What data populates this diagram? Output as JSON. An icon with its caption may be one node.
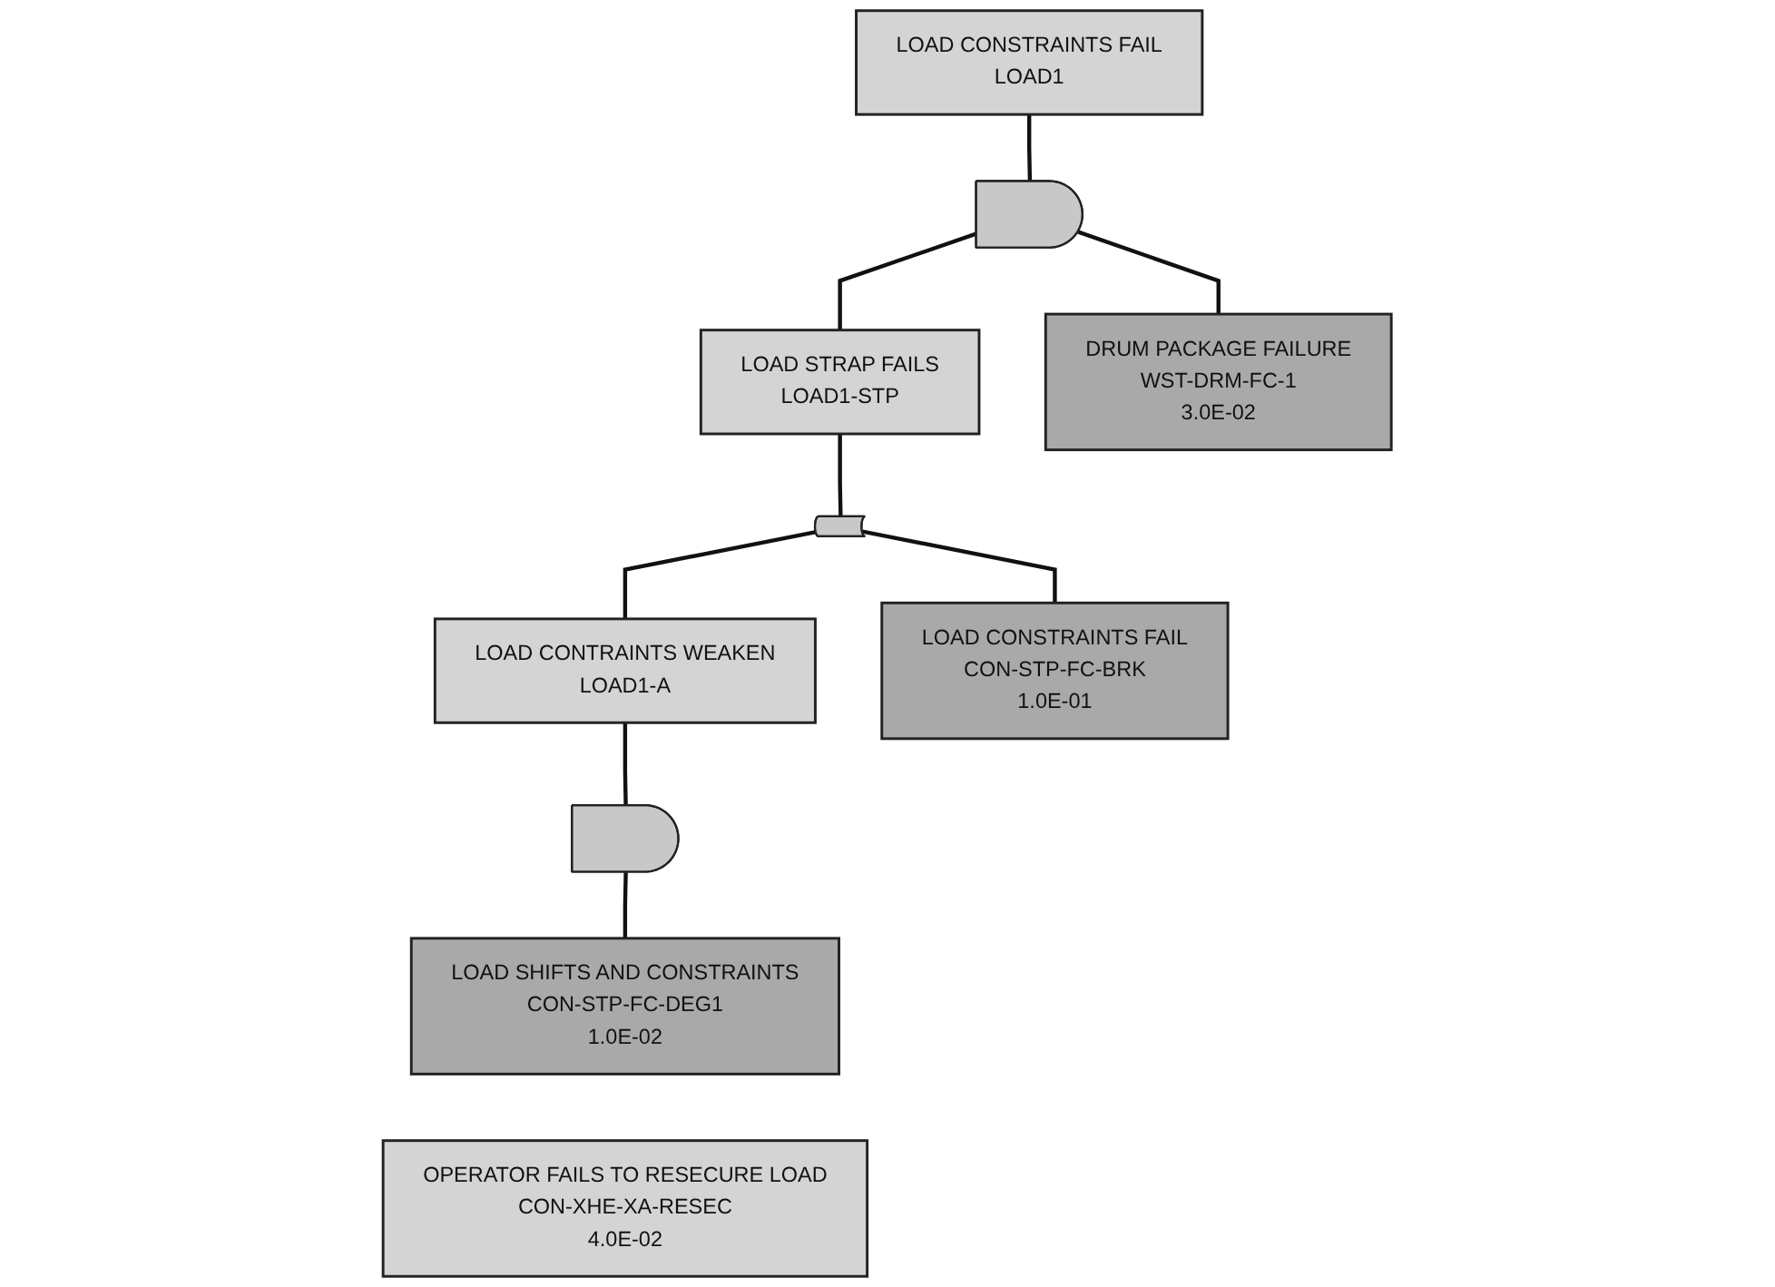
{
  "diagram": {
    "nodes": [
      {
        "text": [
          "LOAD CONSTRAINTS FAIL",
          "LOAD1"
        ]
      },
      {
        "text": [],
        "shape": "and-gate"
      },
      {
        "text": [
          "LOAD STRAP FAILS",
          "LOAD1-STP"
        ]
      },
      {
        "text": [
          "DRUM PACKAGE FAILURE",
          "WST-DRM-FC-1",
          "3.0E-02"
        ]
      },
      {
        "text": [],
        "shape": "or-gate"
      },
      {
        "text": [
          "LOAD CONTRAINTS WEAKEN",
          "LOAD1-A"
        ]
      },
      {
        "text": [
          "LOAD CONSTRAINTS FAIL",
          "CON-STP-FC-BRK",
          "1.0E-01"
        ]
      },
      {
        "text": [],
        "shape": "and-gate"
      },
      {
        "text": [
          "LOAD SHIFTS AND CONSTRAINTS",
          "CON-STP-FC-DEG1",
          "1.0E-02"
        ]
      },
      {
        "text": [
          "OPERATOR FAILS TO RESECURE LOAD",
          "CON-XHE-XA-RESEC",
          "4.0E-02"
        ]
      }
    ],
    "edges": [
      {
        "from": 0,
        "to": 1,
        "arrow": "none"
      },
      {
        "from": 1,
        "to": 2,
        "arrow": "none"
      },
      {
        "from": 1,
        "to": 3,
        "arrow": "none"
      },
      {
        "from": 2,
        "to": 4,
        "arrow": "none"
      },
      {
        "from": 4,
        "to": 5,
        "arrow": "none"
      },
      {
        "from": 4,
        "to": 6,
        "arrow": "none"
      },
      {
        "from": 5,
        "to": 7,
        "arrow": "none"
      },
      {
        "from": 7,
        "to": 8,
        "arrow": "none"
      }
    ]
  }
}
